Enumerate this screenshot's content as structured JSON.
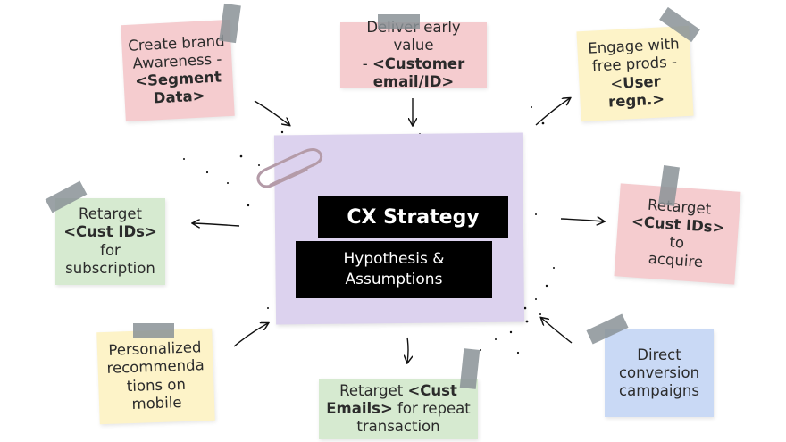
{
  "center": {
    "title": "CX Strategy",
    "subtitle_line1": "Hypothesis &",
    "subtitle_line2": "Assumptions"
  },
  "notes": {
    "brand": {
      "l1": "Create brand",
      "l2": "Awareness -",
      "l3": "<Segment",
      "l4": "Data>"
    },
    "early": {
      "l1": "Deliver early value",
      "l2a": "- ",
      "l2b": "<Customer",
      "l3": "email/ID>"
    },
    "engage": {
      "l1": "Engage with",
      "l2": "free prods -",
      "l3a": "<",
      "l3b": "User regn.>"
    },
    "subscription": {
      "l1": "Retarget",
      "l2a": "<Cust IDs>",
      "l2b": " for",
      "l3": "subscription"
    },
    "acquire": {
      "l1": "Retarget",
      "l2a": "<Cust IDs>",
      "l2b": " to",
      "l3": "acquire"
    },
    "personalized": {
      "l1": "Personalized",
      "l2": "recommenda",
      "l3": "tions on",
      "l4": "mobile"
    },
    "repeat": {
      "l1a": "Retarget ",
      "l1b": "<Cust",
      "l2a": "Emails>",
      "l2b": " for repeat",
      "l3": "transaction"
    },
    "direct": {
      "l1": "Direct",
      "l2": "conversion",
      "l3": "campaigns"
    }
  },
  "colors": {
    "pink": "#f5cccf",
    "green": "#d6ead0",
    "yellow": "#fdf3c8",
    "blue": "#c9d9f5",
    "lavender": "#dcd2ee"
  }
}
